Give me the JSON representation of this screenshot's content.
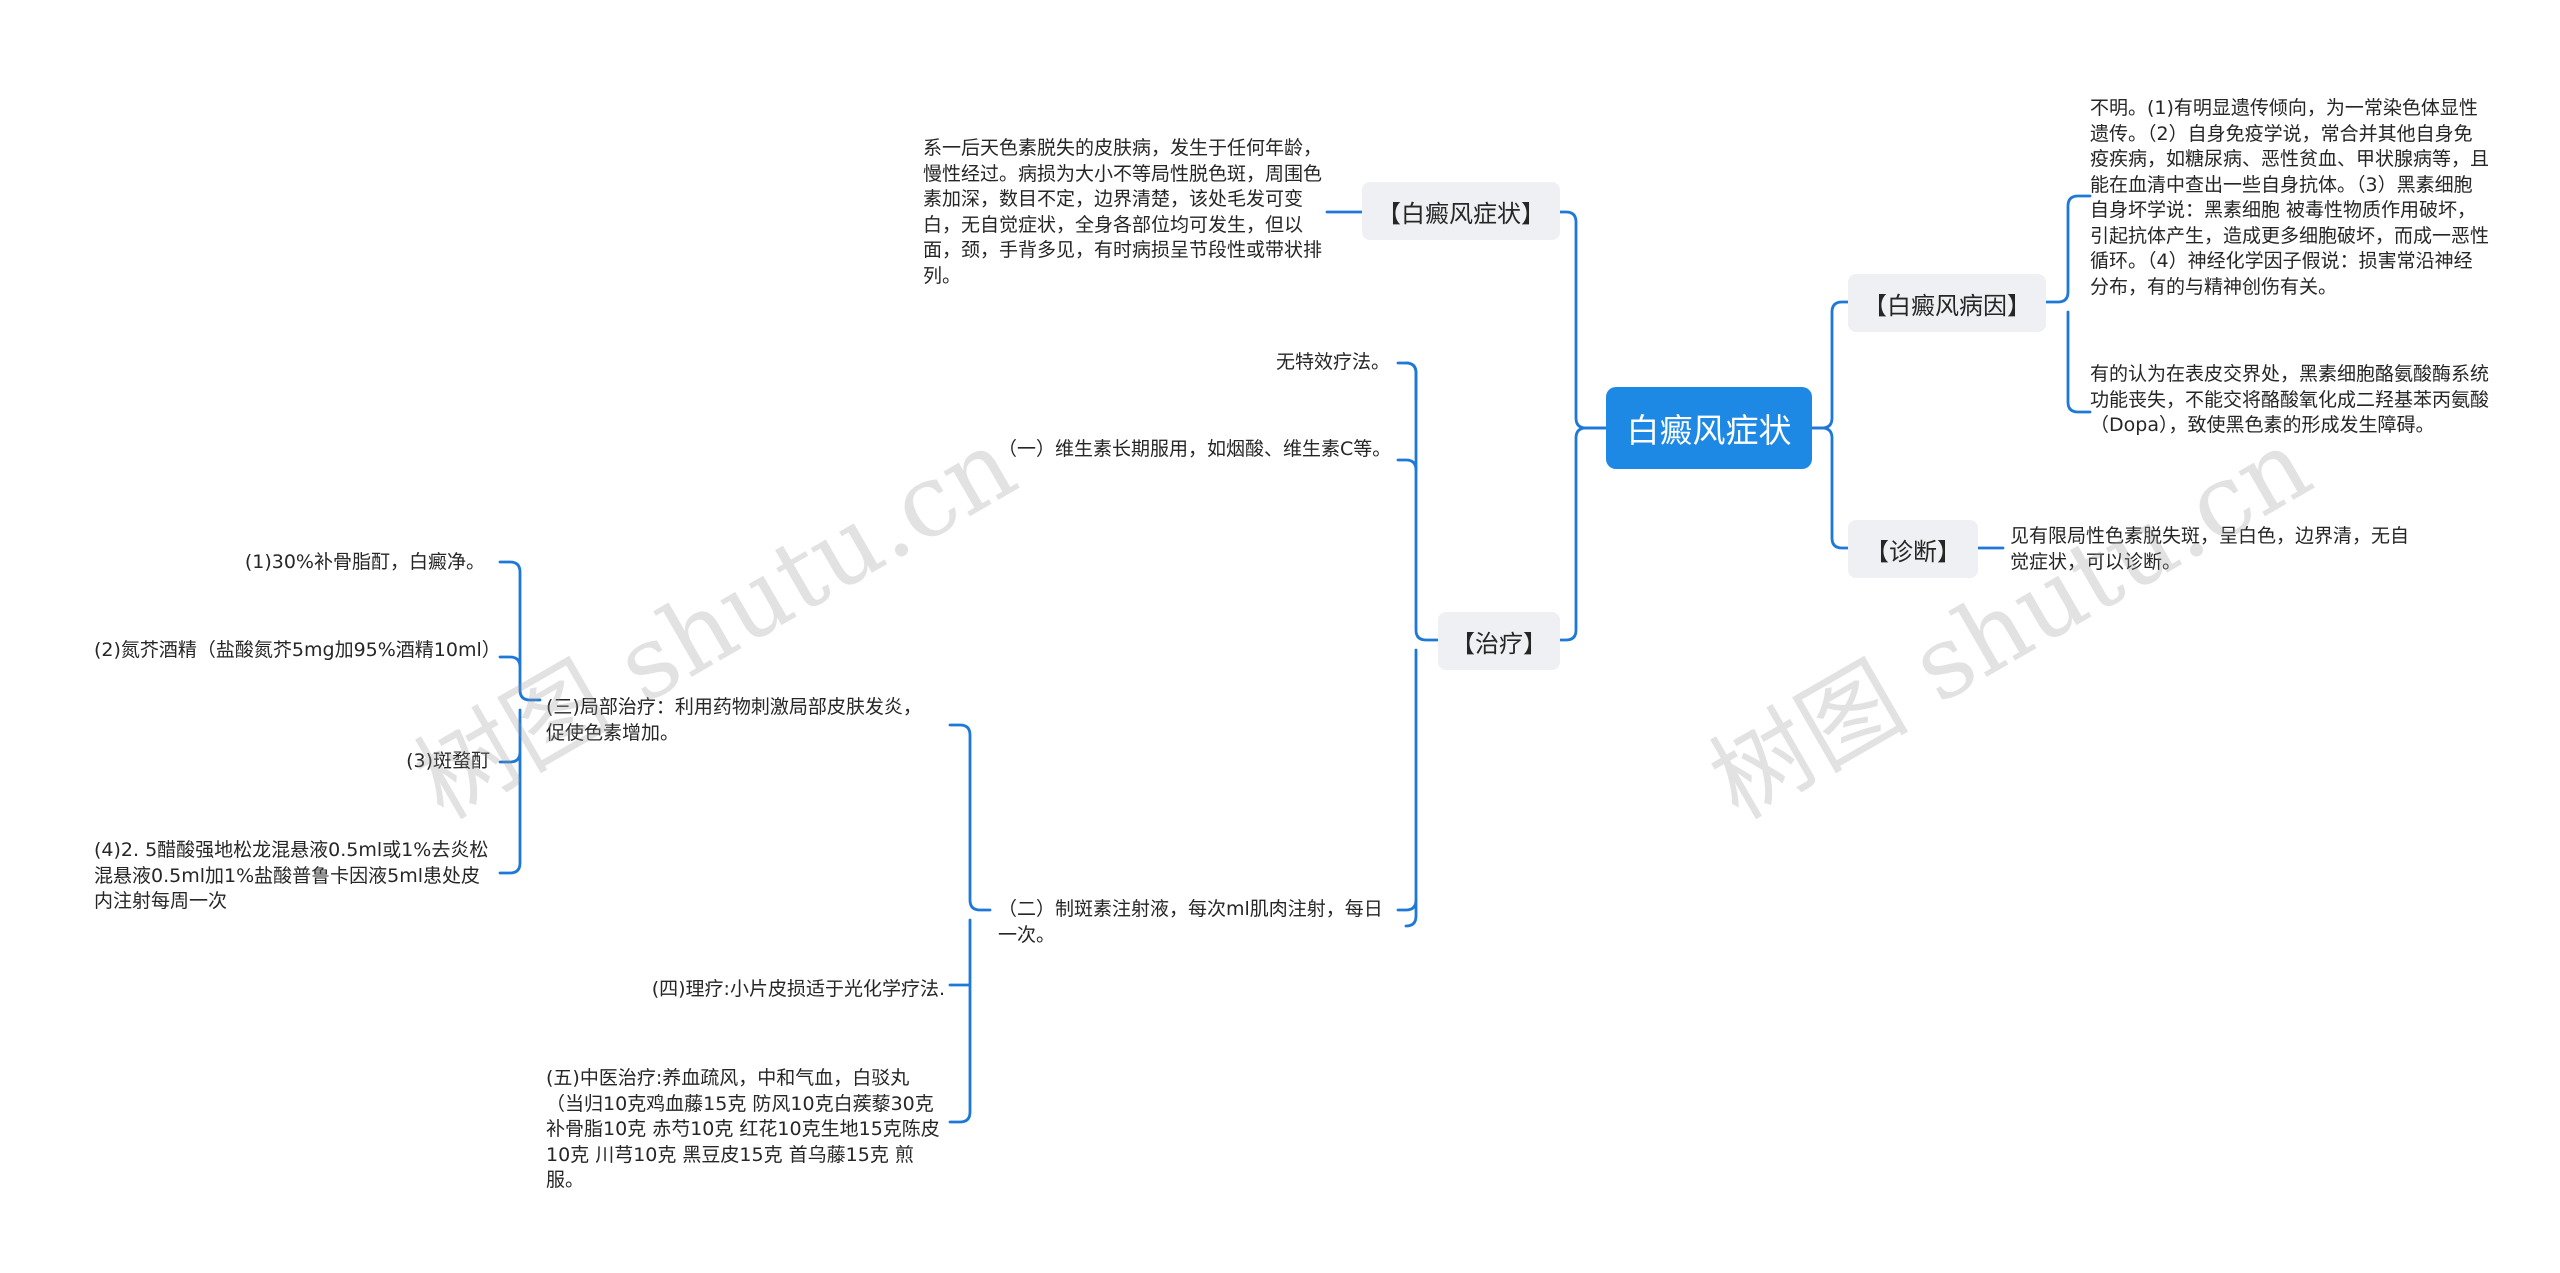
{
  "root": {
    "label": "白癜风症状"
  },
  "watermark": "树图 shutu.cn",
  "branches": {
    "symptoms": {
      "label": "【白癜风症状】",
      "text": "系一后天色素脱失的皮肤病，发生于任何年龄，慢性经过。病损为大小不等局性脱色斑，周围色素加深，数目不定，边界清楚，该处毛发可变白，无自觉症状，全身各部位均可发生，但以面，颈，手背多见，有时病损呈节段性或带状排列。"
    },
    "treatment": {
      "label": "【治疗】",
      "items": {
        "no_effect": "无特效疗法。",
        "vitamin": "（一）维生素长期服用，如烟酸、维生素C等。",
        "injection": "（二）制斑素注射液，每次ml肌肉注射，每日一次。",
        "local": "(三)局部治疗：利用药物刺激局部皮肤发炎，促使色素增加。",
        "physio": "(四)理疗:小片皮损适于光化学疗法.",
        "tcm": "(五)中医治疗:养血疏风，中和气血，白驳丸（当归10克鸡血藤15克 防风10克白蒺藜30克 补骨脂10克 赤芍10克 红花10克生地15克陈皮10克 川芎10克 黑豆皮15克 首乌藤15克 煎服。"
      },
      "local_items": [
        "(1)30%补骨脂酊，白癜净。",
        "(2)氮芥酒精（盐酸氮芥5mg加95%酒精10ml）",
        "(3)斑蝥酊",
        "(4)2. 5醋酸强地松龙混悬液0.5ml或1%去炎松混悬液0.5ml加1%盐酸普鲁卡因液5ml患处皮内注射每周一次"
      ]
    },
    "cause": {
      "label": "【白癜风病因】",
      "text1": "不明。(1)有明显遗传倾向，为一常染色体显性遗传。（2）自身免疫学说，常合并其他自身免疫疾病，如糖尿病、恶性贫血、甲状腺病等，且能在血清中查出一些自身抗体。（3）黑素细胞自身坏学说：黑素细胞 被毒性物质作用破坏，引起抗体产生，造成更多细胞破坏，而成一恶性循环。（4）神经化学因子假说：损害常沿神经分布，有的与精神创伤有关。",
      "text2": "有的认为在表皮交界处，黑素细胞酪氨酸酶系统功能丧失，不能交将酪酸氧化成二羟基苯丙氨酸（Dopa），致使黑色素的形成发生障碍。"
    },
    "diagnosis": {
      "label": "【诊断】",
      "text": "见有限局性色素脱失斑，呈白色，边界清，无自觉症状，可以诊断。"
    }
  },
  "colors": {
    "root": "#1e88e5",
    "line": "#1e78d7",
    "box": "#eef0f3"
  }
}
